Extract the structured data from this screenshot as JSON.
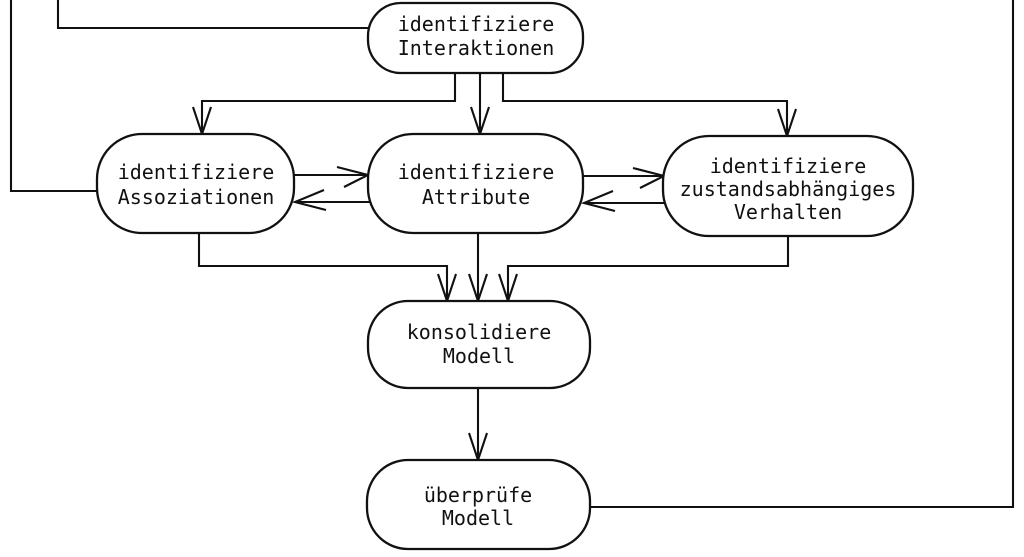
{
  "diagram": {
    "background": "#ffffff",
    "line_color": "#111111",
    "node_fill": "#ffffff",
    "text_color": "#111111",
    "nodes": [
      {
        "id": "identifiziere-interaktionen",
        "lines": [
          "identifiziere",
          "Interaktionen"
        ]
      },
      {
        "id": "identifiziere-assoziationen",
        "lines": [
          "identifiziere",
          "Assoziationen"
        ]
      },
      {
        "id": "identifiziere-attribute",
        "lines": [
          "identifiziere",
          "Attribute"
        ]
      },
      {
        "id": "identifiziere-zustandsabhaengiges-verhalten",
        "lines": [
          "identifiziere",
          "zustandsabhängiges",
          "Verhalten"
        ]
      },
      {
        "id": "konsolidiere-modell",
        "lines": [
          "konsolidiere",
          "Modell"
        ]
      },
      {
        "id": "ueberpruefe-modell",
        "lines": [
          "überprüfe",
          "Modell"
        ]
      }
    ],
    "edges": [
      {
        "from": "offscreen-top",
        "to": "identifiziere-assoziationen",
        "arrowhead": false
      },
      {
        "from": "offscreen-top",
        "to": "identifiziere-interaktionen",
        "arrowhead": false
      },
      {
        "from": "identifiziere-interaktionen",
        "to": "identifiziere-assoziationen",
        "arrowhead": true
      },
      {
        "from": "identifiziere-interaktionen",
        "to": "identifiziere-attribute",
        "arrowhead": true
      },
      {
        "from": "identifiziere-interaktionen",
        "to": "identifiziere-zustandsabhaengiges-verhalten",
        "arrowhead": true
      },
      {
        "from": "identifiziere-assoziationen",
        "to": "identifiziere-attribute",
        "arrowhead": true
      },
      {
        "from": "identifiziere-attribute",
        "to": "identifiziere-assoziationen",
        "arrowhead": true
      },
      {
        "from": "identifiziere-attribute",
        "to": "identifiziere-zustandsabhaengiges-verhalten",
        "arrowhead": true
      },
      {
        "from": "identifiziere-zustandsabhaengiges-verhalten",
        "to": "identifiziere-attribute",
        "arrowhead": true
      },
      {
        "from": "identifiziere-assoziationen",
        "to": "konsolidiere-modell",
        "arrowhead": true
      },
      {
        "from": "identifiziere-attribute",
        "to": "konsolidiere-modell",
        "arrowhead": true
      },
      {
        "from": "identifiziere-zustandsabhaengiges-verhalten",
        "to": "konsolidiere-modell",
        "arrowhead": true
      },
      {
        "from": "konsolidiere-modell",
        "to": "ueberpruefe-modell",
        "arrowhead": true
      },
      {
        "from": "ueberpruefe-modell",
        "to": "offscreen-top",
        "arrowhead": false
      }
    ]
  }
}
